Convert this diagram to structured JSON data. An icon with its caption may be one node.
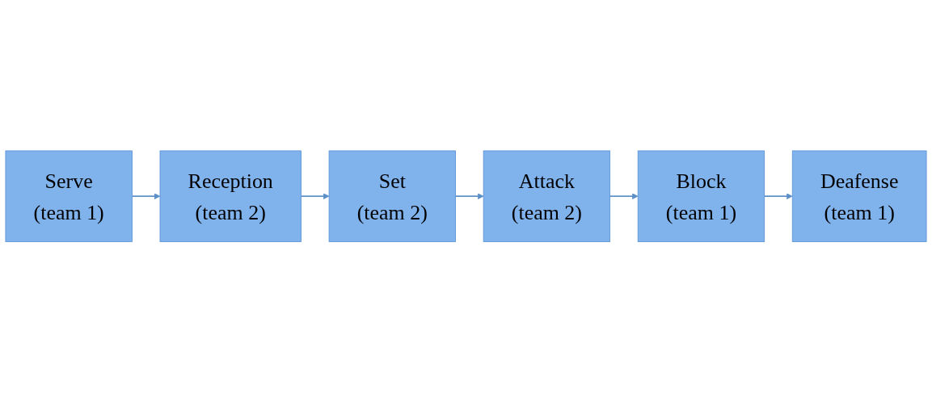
{
  "diagram": {
    "nodes": [
      {
        "text": [
          "Serve",
          "(team 1)"
        ]
      },
      {
        "text": [
          "Reception",
          "(team 2)"
        ]
      },
      {
        "text": [
          "Set",
          "(team 2)"
        ]
      },
      {
        "text": [
          "Attack",
          "(team 2)"
        ]
      },
      {
        "text": [
          "Block",
          "(team 1)"
        ]
      },
      {
        "text": [
          "Deafense",
          "(team 1)"
        ]
      }
    ],
    "edges": [
      {
        "from": 0,
        "to": 1,
        "arrow": "to"
      },
      {
        "from": 1,
        "to": 2,
        "arrow": "to"
      },
      {
        "from": 2,
        "to": 3,
        "arrow": "to"
      },
      {
        "from": 3,
        "to": 4,
        "arrow": "to"
      },
      {
        "from": 4,
        "to": 5,
        "arrow": "to"
      }
    ]
  }
}
